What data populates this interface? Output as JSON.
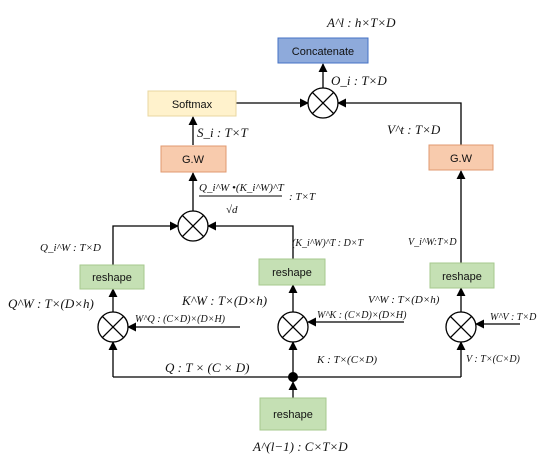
{
  "colors": {
    "concat_fill": "#8eaadb",
    "concat_stroke": "#4472c4",
    "softmax_fill": "#fff2cc",
    "softmax_stroke": "#e8d7a0",
    "gw_fill": "#f8cbad",
    "gw_stroke": "#e09a70",
    "reshape_fill": "#c5e0b4",
    "reshape_stroke": "#a6c98e",
    "line": "#000000"
  },
  "boxes": {
    "concatenate": "Concatenate",
    "softmax": "Softmax",
    "gw_left": "G.W",
    "gw_right": "G.W",
    "reshape_q": "reshape",
    "reshape_k": "reshape",
    "reshape_v": "reshape",
    "reshape_input": "reshape"
  },
  "labels": {
    "output": "A^l : h×T×D",
    "o_i": "O_i : T×D",
    "v_t": "V^t : T×D",
    "s_i": "S_i : T×T",
    "attn_num": "Q_i^W •(K_i^W)^T",
    "attn_den": "√d",
    "attn_tail": ": T×T",
    "q_iw": "Q_i^W : T×D",
    "k_iw_t": "(K_i^W)^T : D×T",
    "v_iw": "V_i^W:T×D",
    "q_w": "Q^W : T×(D×h)",
    "k_w": "K^W : T×(D×h)",
    "v_w": "V^W : T×(D×h)",
    "w_q": "W^Q : (C×D)×(D×H)",
    "w_k": "W^K : (C×D)×(D×H)",
    "w_v": "W^V : T×D",
    "q_in": "Q : T × (C × D)",
    "k_in": "K : T×(C×D)",
    "v_in": "V : T×(C×D)",
    "input": "A^(l−1) : C×T×D"
  }
}
